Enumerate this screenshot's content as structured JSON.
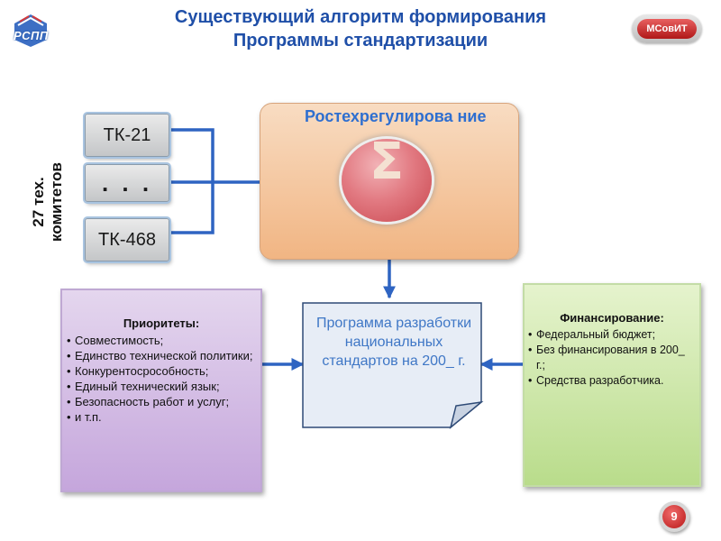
{
  "header": {
    "logo_text": "РСПП",
    "title_line1": "Существующий алгоритм формирования",
    "title_line2": "Программы стандартизации",
    "badge": "МСовИТ"
  },
  "committees": {
    "side_label_line1": "27 тех.",
    "side_label_line2": "комитетов",
    "items": [
      "ТК-21",
      ". . .",
      "ТК-468"
    ]
  },
  "regulator": {
    "title": "Ростехрегулирова ние",
    "symbol": "Σ"
  },
  "priorities": {
    "title": "Приоритеты:",
    "items": [
      "Совместимость;",
      "Единство технической политики;",
      "Конкурентосрособность;",
      "Единый технический язык;",
      "Безопасность работ и услуг;",
      "и т.п."
    ]
  },
  "program": {
    "text": "Программа разработки национальных стандартов на 200_ г."
  },
  "financing": {
    "title": "Финансирование:",
    "items": [
      "Федеральный бюджет;",
      "Без финансирования в 200_ г.;",
      "Средства разработчика."
    ]
  },
  "page_number": "9",
  "colors": {
    "arrow": "#2e64c2",
    "title": "#1f4fa8"
  }
}
